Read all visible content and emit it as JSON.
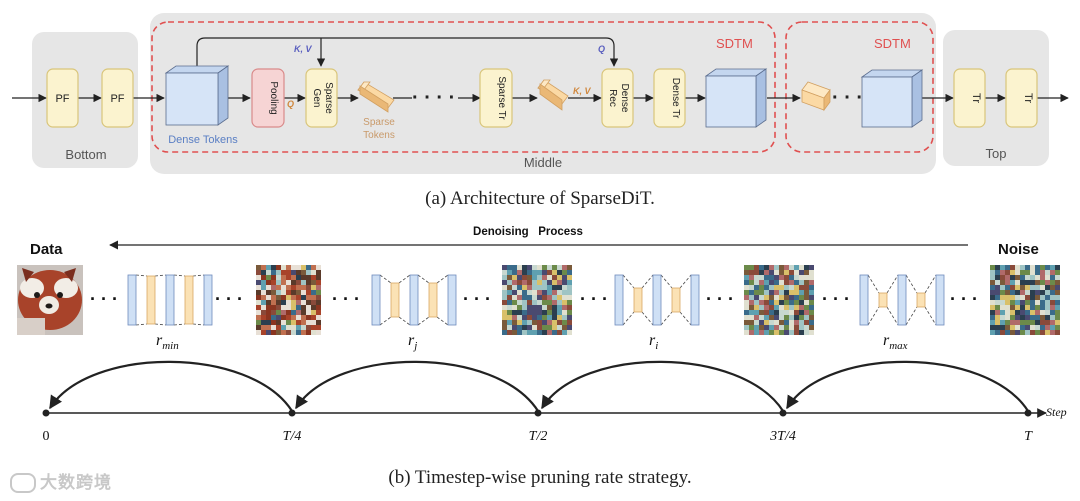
{
  "part_a": {
    "caption": "(a) Architecture of SparseDiT.",
    "groups": {
      "bottom": "Bottom",
      "middle": "Middle",
      "top": "Top"
    },
    "sdtm_label": "SDTM",
    "blocks": {
      "pf": "PF",
      "pooling": "Pooling",
      "sparse_gen": "Sparse Gen",
      "sparse_tr": "Sparse Tr",
      "dense_rec": "Dense Rec",
      "dense_tr": "Dense Tr",
      "tr": "Tr"
    },
    "labels": {
      "dense_tokens": "Dense Tokens",
      "sparse_tokens_1": "Sparse",
      "sparse_tokens_2": "Tokens",
      "kv": "K, V",
      "q": "Q",
      "dots": "· · · ·"
    }
  },
  "part_b": {
    "caption": "(b) Timestep-wise pruning rate strategy.",
    "data_label": "Data",
    "noise_label": "Noise",
    "process_label": "Denoising   Process",
    "rates": [
      "r_min",
      "r_j",
      "r_i",
      "r_max"
    ],
    "timeline": {
      "step_label": "Step",
      "ticks": [
        "0",
        "T/4",
        "T/2",
        "3T/4",
        "T"
      ]
    }
  },
  "watermark": "大数跨境",
  "colors": {
    "pf_fill": "#fbf3cf",
    "pf_stroke": "#d9c57a",
    "pool_fill": "#f6d4d4",
    "pool_stroke": "#d98a8a",
    "cube_front": "#d6e4f7",
    "cube_top": "#c4d6ef",
    "cube_side": "#a9c0e2",
    "cube_stroke": "#5b6d8e",
    "small_front": "#fbd9a4",
    "small_top": "#fde8c4",
    "small_side": "#eab876",
    "small_stroke": "#d2a061",
    "sdtm_red": "#e05050",
    "group_bg": "#e6e6e6",
    "kv_blue": "#5a5fbf",
    "q_orange": "#d0883f",
    "dense_tokens_blue": "#5a7fc4",
    "sparse_tokens_orange": "#c99a6a"
  }
}
